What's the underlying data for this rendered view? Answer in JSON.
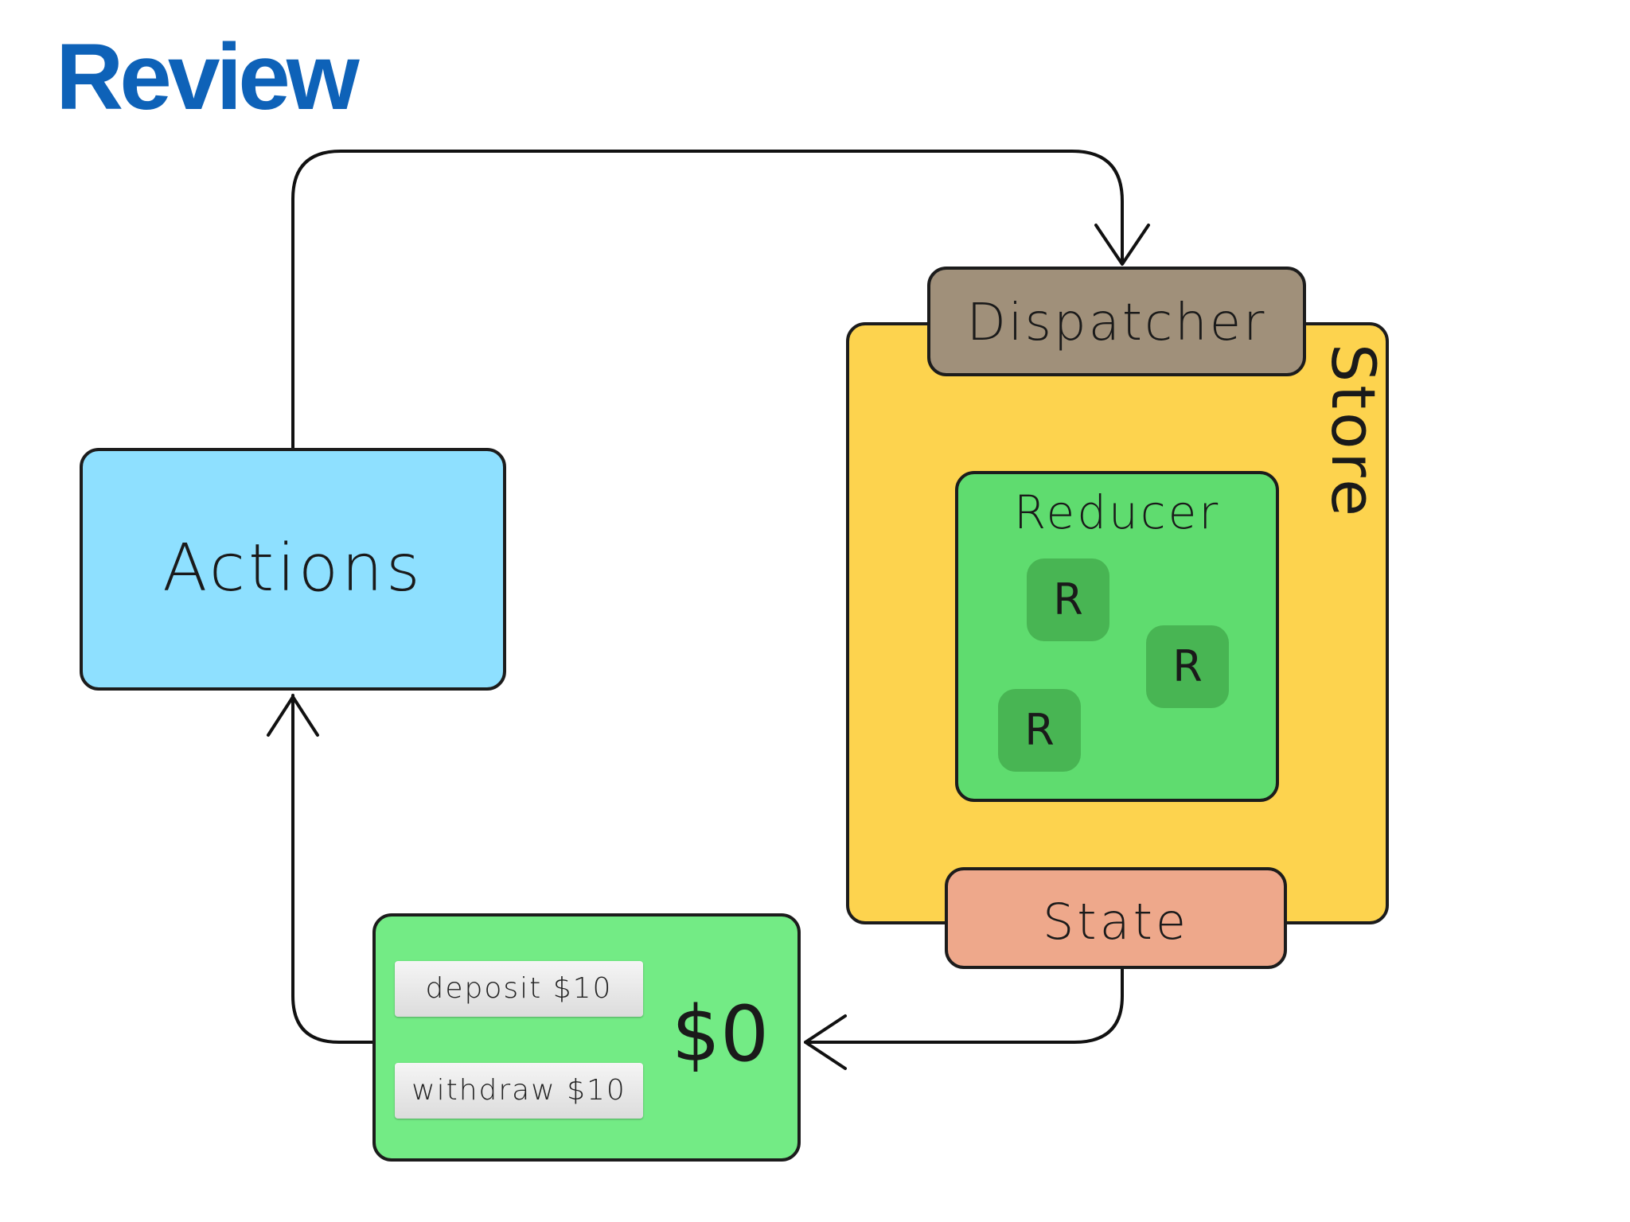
{
  "title": "Review",
  "diagram": {
    "actions": {
      "label": "Actions"
    },
    "store": {
      "label": "Store",
      "dispatcher": {
        "label": "Dispatcher"
      },
      "reducer": {
        "label": "Reducer",
        "sub_reducers": [
          "R",
          "R",
          "R"
        ]
      },
      "state": {
        "label": "State"
      }
    },
    "view": {
      "buttons": [
        "deposit $10",
        "withdraw $10"
      ],
      "balance": "$0"
    }
  },
  "colors": {
    "title": "#0e62b8",
    "actions": "#8ee0ff",
    "store": "#fdd34e",
    "dispatcher": "#a0907a",
    "reducer": "#5fdc6f",
    "sub_reducer": "#48b553",
    "state": "#eea88b",
    "view": "#73eb85"
  }
}
